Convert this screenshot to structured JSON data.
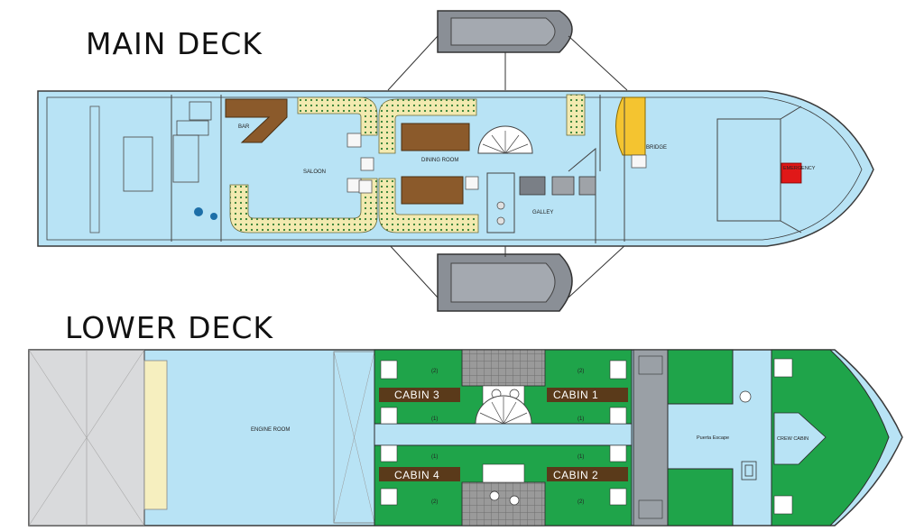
{
  "titles": {
    "main_deck": "MAIN DECK",
    "lower_deck": "LOWER DECK"
  },
  "main_deck_rooms": {
    "bar": "BAR",
    "saloon": "SALOON",
    "dining_room": "DINING ROOM",
    "galley": "GALLEY",
    "bridge": "BRIDGE",
    "emergency": "EMERGENCY"
  },
  "lower_deck_rooms": {
    "engine_room": "ENGINE ROOM",
    "cabin_1": "CABIN 1",
    "cabin_2": "CABIN 2",
    "cabin_3": "CABIN 3",
    "cabin_4": "CABIN 4",
    "crew_cabin": "CREW CABIN",
    "escape_door": "Puerta Escape",
    "bed_2": "(2)",
    "bed_1": "(1)"
  },
  "colors": {
    "deck_fill": "#b8e3f5",
    "outline": "#3a3a3a",
    "cabin_green": "#1fa44a",
    "wood": "#8b5a2b",
    "seat_cream": "#f3eab0",
    "tender_gray": "#8a8f96",
    "emergency_red": "#e01818",
    "engine_gray": "#d9dadc"
  }
}
